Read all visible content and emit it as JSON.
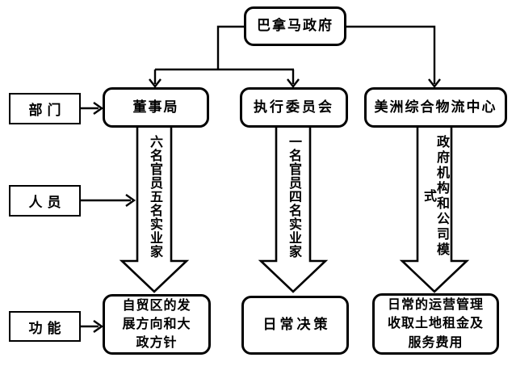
{
  "diagram": {
    "title_node": "巴拿马政府",
    "row_labels": {
      "department": "部门",
      "personnel": "人员",
      "function": "功能"
    },
    "columns": [
      {
        "department": "董事局",
        "personnel": "六名官员五名实业家",
        "function": "自贸区的发\n展方向和大\n政方针"
      },
      {
        "department": "执行委员会",
        "personnel": "一名官员四名实业家",
        "function": "日常决策"
      },
      {
        "department": "美洲综合物流中心",
        "personnel": "政府机构和公司模式",
        "function": "日常的运营管理\n收取土地租金及\n服务费用"
      }
    ],
    "colors": {
      "line": "#000000",
      "background": "#ffffff",
      "text": "#000000"
    }
  }
}
